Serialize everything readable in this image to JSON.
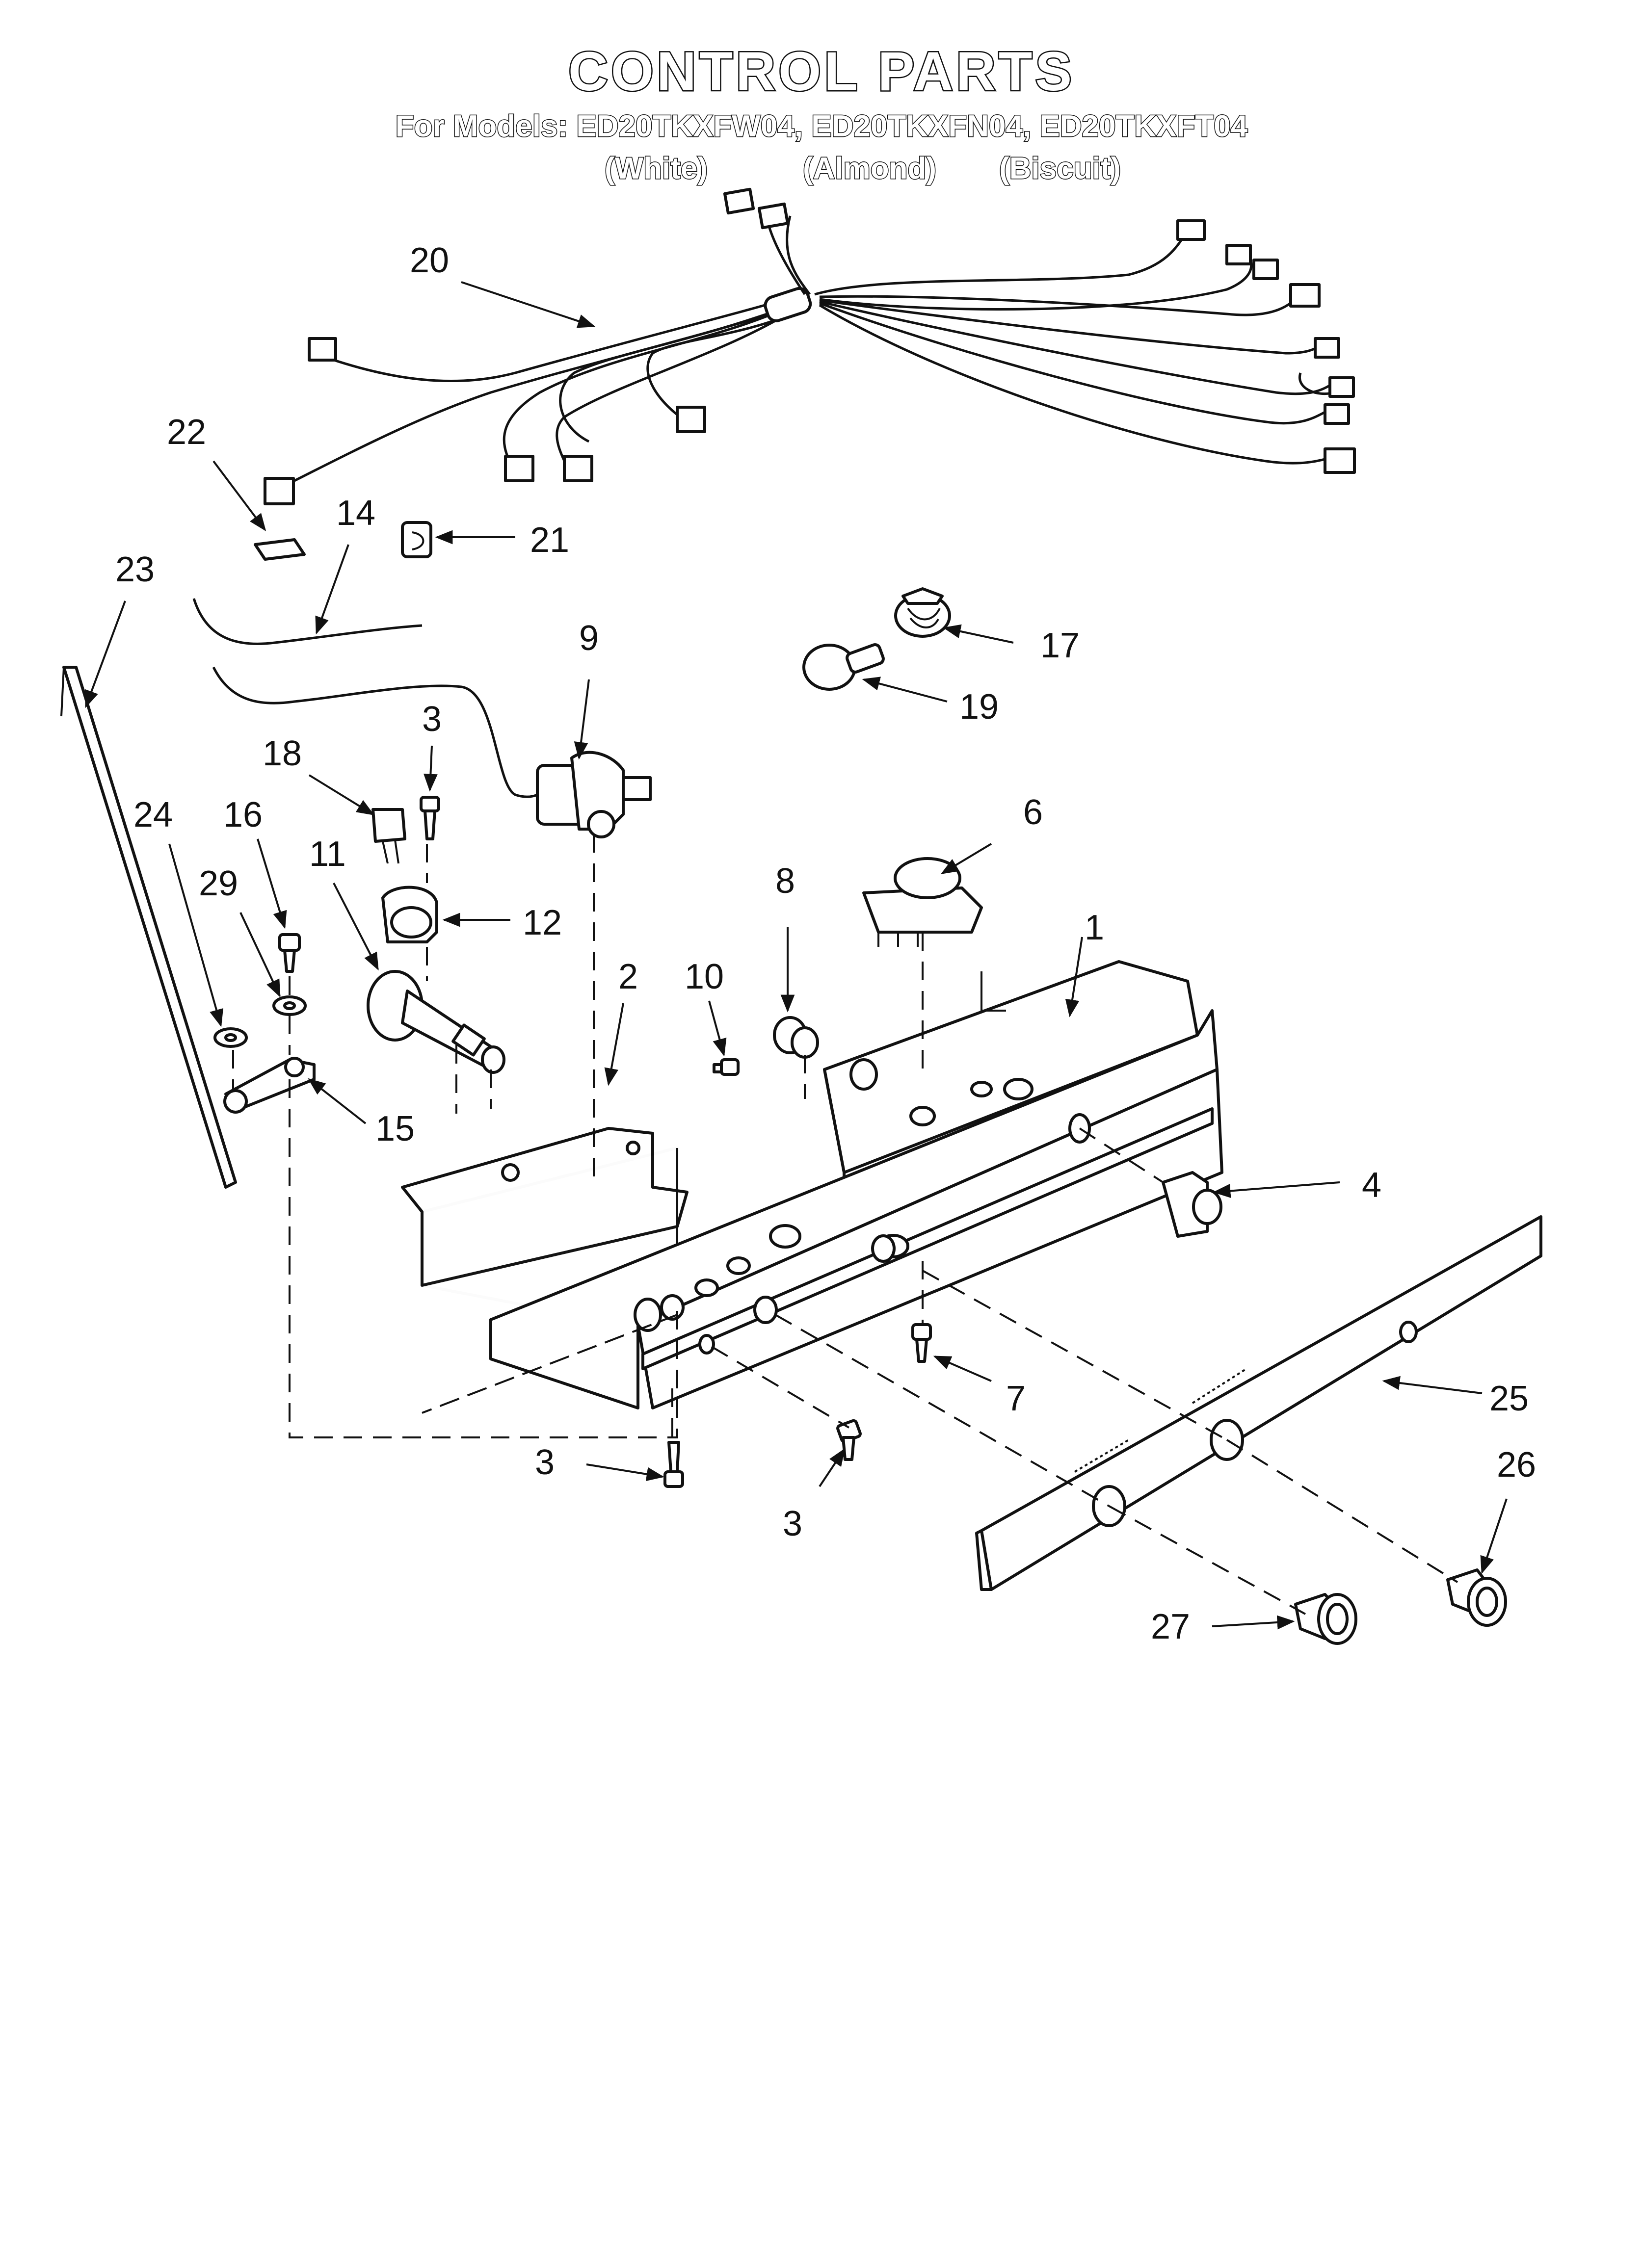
{
  "header": {
    "title": "CONTROL PARTS",
    "models_line": "For Models: ED20TKXFW04, ED20TKXFN04, ED20TKXFT04",
    "colors": [
      "(White)",
      "(Almond)",
      "(Biscuit)"
    ]
  },
  "callouts": [
    {
      "id": "c20",
      "label": "20"
    },
    {
      "id": "c22",
      "label": "22"
    },
    {
      "id": "c14",
      "label": "14"
    },
    {
      "id": "c21",
      "label": "21"
    },
    {
      "id": "c23",
      "label": "23"
    },
    {
      "id": "c17",
      "label": "17"
    },
    {
      "id": "c19",
      "label": "19"
    },
    {
      "id": "c9",
      "label": "9"
    },
    {
      "id": "c3a",
      "label": "3"
    },
    {
      "id": "c18",
      "label": "18"
    },
    {
      "id": "c24",
      "label": "24"
    },
    {
      "id": "c16",
      "label": "16"
    },
    {
      "id": "c11",
      "label": "11"
    },
    {
      "id": "c12",
      "label": "12"
    },
    {
      "id": "c29",
      "label": "29"
    },
    {
      "id": "c6",
      "label": "6"
    },
    {
      "id": "c8",
      "label": "8"
    },
    {
      "id": "c1",
      "label": "1"
    },
    {
      "id": "c2",
      "label": "2"
    },
    {
      "id": "c10",
      "label": "10"
    },
    {
      "id": "c15",
      "label": "15"
    },
    {
      "id": "c4",
      "label": "4"
    },
    {
      "id": "c7",
      "label": "7"
    },
    {
      "id": "c25",
      "label": "25"
    },
    {
      "id": "c3b",
      "label": "3"
    },
    {
      "id": "c3c",
      "label": "3"
    },
    {
      "id": "c26",
      "label": "26"
    },
    {
      "id": "c27",
      "label": "27"
    }
  ]
}
